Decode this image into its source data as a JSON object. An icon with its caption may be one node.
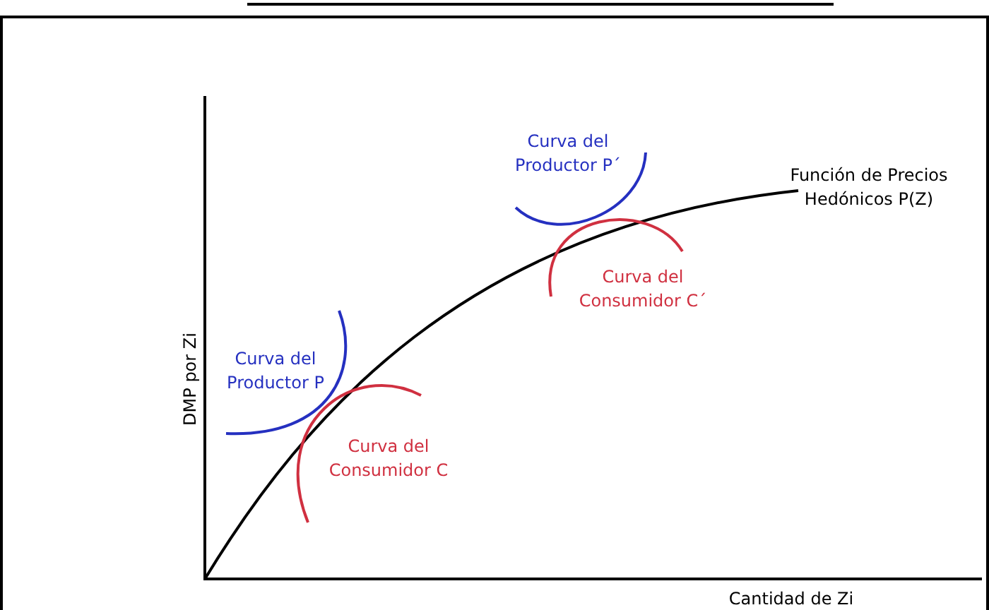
{
  "diagram": {
    "labels": [
      "Curva del Productor P´",
      "Función de Precios Hedónicos P(Z)",
      "Curva del Consumidor C´",
      "Curva del Productor P",
      "DMP por Zi",
      "Curva del Consumidor C",
      "Cantidad de Zi"
    ]
  }
}
